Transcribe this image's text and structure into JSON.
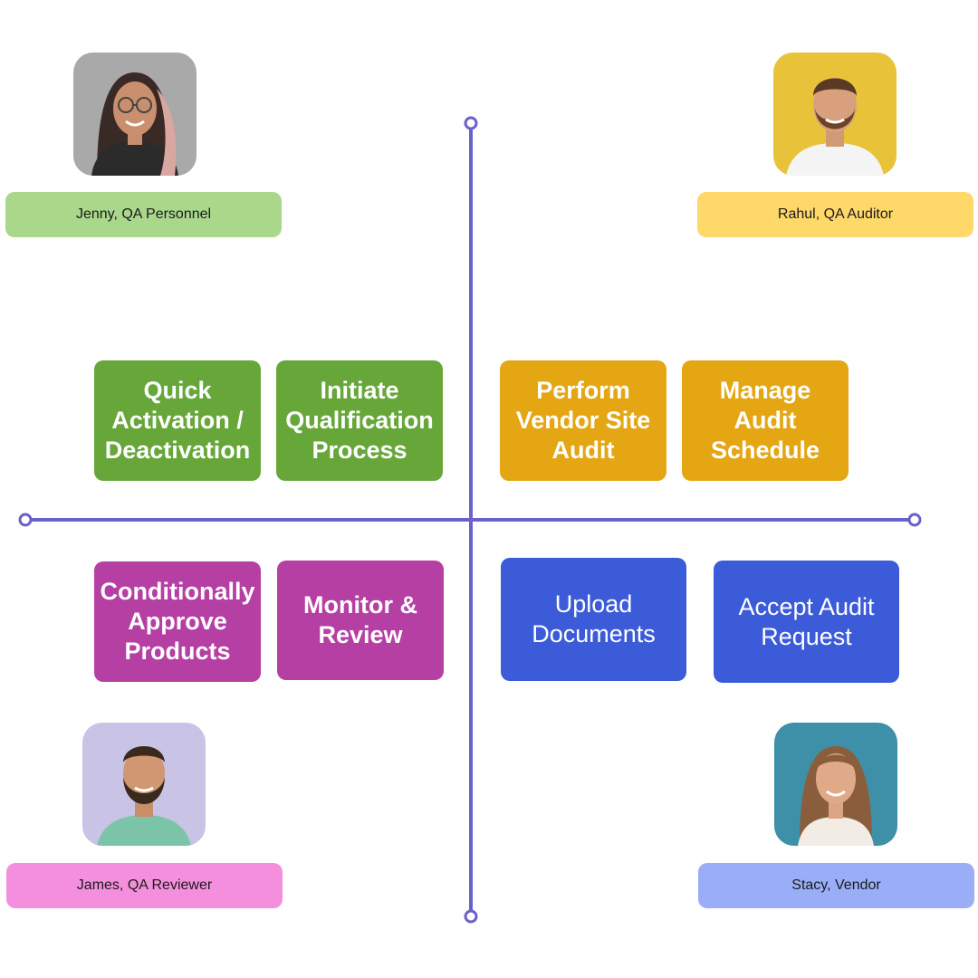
{
  "colors": {
    "axis": "#6a62c9",
    "green": "#67a73a",
    "amber": "#e4a613",
    "magenta": "#b63fa4",
    "blue": "#3c5bd8"
  },
  "personas": [
    {
      "name": "Jenny, QA Personnel",
      "tag_color": "#a9d88a",
      "avatar_bg": "#a9a9a9",
      "icon": "woman-with-glasses-photo"
    },
    {
      "name": "Rahul, QA Auditor",
      "tag_color": "#ffd86a",
      "avatar_bg": "#e8c33a",
      "icon": "bearded-man-photo"
    },
    {
      "name": "James, QA Reviewer",
      "tag_color": "#f48fdd",
      "avatar_bg": "#c9c3e6",
      "icon": "bearded-man-photo"
    },
    {
      "name": "Stacy, Vendor",
      "tag_color": "#9aaef7",
      "avatar_bg": "#3e8fa8",
      "icon": "woman-photo"
    }
  ],
  "tiles": {
    "quick_activation": "Quick\nActivation /\nDeactivation",
    "initiate_qualification": "Initiate\nQualification\nProcess",
    "perform_audit": "Perform\nVendor Site\nAudit",
    "manage_schedule": "Manage\nAudit\nSchedule",
    "conditionally_approve": "Conditionally\nApprove\nProducts",
    "monitor_review": "Monitor &\nReview",
    "upload_documents": "Upload\nDocuments",
    "accept_audit": "Accept Audit\nRequest"
  }
}
